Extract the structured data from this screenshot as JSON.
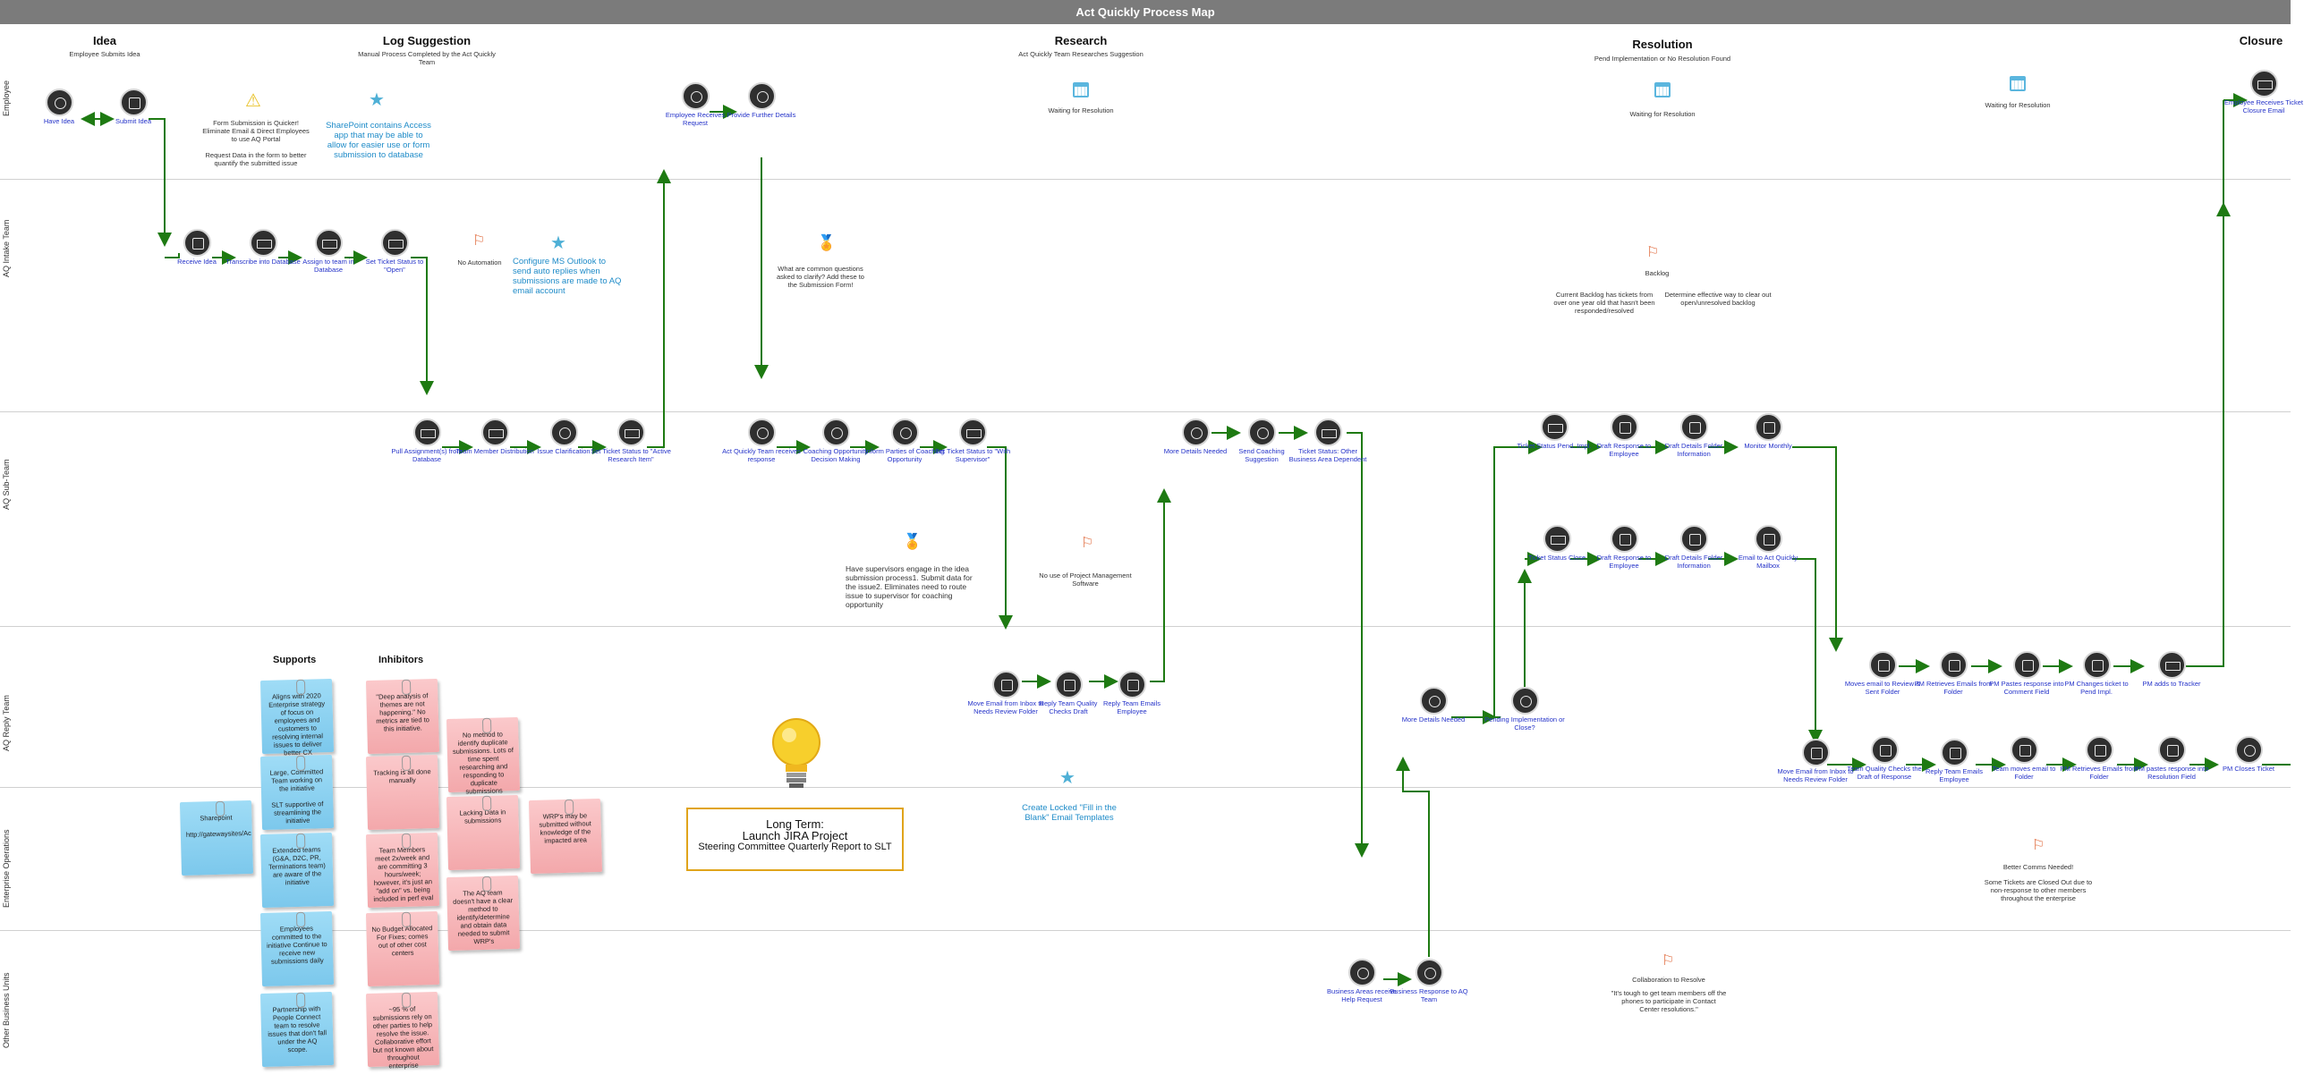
{
  "title": "Act Quickly Process Map",
  "colors": {
    "flow": "#1e7a12",
    "node": "#2f2f2f",
    "label": "#2533c9",
    "note": "#1e8bc8",
    "accent_border": "#e0a41b"
  },
  "lanes": [
    "Employee",
    "AQ Intake Team",
    "AQ Sub-Team",
    "AQ Reply Team",
    "Enterprise Operations",
    "Other Business Units"
  ],
  "phases": {
    "idea": {
      "title": "Idea",
      "sub": "Employee Submits Idea"
    },
    "log": {
      "title": "Log Suggestion",
      "sub": "Manual Process Completed by the Act Quickly Team"
    },
    "research": {
      "title": "Research",
      "sub": "Act Quickly Team Researches Suggestion"
    },
    "resolution": {
      "title": "Resolution",
      "sub": "Pend Implementation or No Resolution Found"
    },
    "closure": {
      "title": "Closure",
      "sub": ""
    }
  },
  "nodes": {
    "have_idea": "Have Idea",
    "submit_idea": "Submit Idea",
    "receive_idea": "Receive Idea",
    "transcribe": "Transcribe into Database",
    "assign_team": "Assign to team in Database",
    "set_open": "Set Ticket Status to \"Open\"",
    "pull_assign": "Pull Assignment(s) from Database",
    "team_member_dist": "Team Member Distribution",
    "issue_clar": "Issue Clarification",
    "set_active": "Set Ticket Status to \"Active Research Item\"",
    "emp_receives": "Employee Receives Request",
    "provide_details": "Provide Further Details",
    "aq_receives": "Act Quickly Team receives response",
    "coaching_dm": "Coaching Opportunity Decision Making",
    "inform_parties": "Inform Parties of Coaching Opportunity",
    "set_supervisor": "Set Ticket Status to \"With Supervisor\"",
    "more_details_needed": "More Details Needed",
    "send_coaching": "Send Coaching Suggestion",
    "ticket_other_ba": "Ticket Status: Other Business Area Dependent",
    "move_email_inbox": "Move Email from Inbox to Needs Review Folder",
    "reply_team_qc": "Reply Team Quality Checks Draft",
    "reply_team_emails": "Reply Team Emails Employee",
    "more_details_needed2": "More Details Needed",
    "pending_impl": "Pending Implementation or Close?",
    "ticket_pend": "Ticket Status Pend. Impl.",
    "draft_resp_emp1": "Draft Response to Employee",
    "draft_details1": "Draft Details Folder Information",
    "monitor_monthly": "Monitor Monthly",
    "ticket_close": "Ticket Status Close",
    "draft_resp_emp2": "Draft Response to Employee",
    "draft_details2": "Draft Details Folder Information",
    "email_aq_mailbox": "Email to Act Quickly Mailbox",
    "moves_email_review": "Moves email to Review & Sent Folder",
    "pm_retrieves1": "PM Retrieves Emails from Folder",
    "pm_pastes_comment": "PM Pastes response into Comment Field",
    "pm_changes_ticket": "PM Changes ticket to Pend Impl.",
    "pm_adds_tracker": "PM adds to Tracker",
    "move_email_inbox2": "Move Email from Inbox to Needs Review Folder",
    "team_qc_draft": "Team Quality Checks the Draft of Response",
    "reply_team_emails2": "Reply Team Emails Employee",
    "team_moves_email": "Team moves email to Folder",
    "pm_retrieves2": "PM Retrieves Emails from Folder",
    "pm_pastes_resolution": "PM pastes response into Resolution Field",
    "pm_closes": "PM Closes Ticket",
    "emp_receives_closure": "Employee Receives Ticket Closure Email",
    "ba_receive_help": "Business Areas receive Help Request",
    "ba_response": "Business Response to AQ Team"
  },
  "notes": {
    "form_submission": "Form Submission is Quicker! Eliminate Email & Direct Employees to use AQ Portal",
    "request_data": "Request Data in the form to better quantify the submitted issue",
    "sharepoint": "SharePoint contains Access app that may be able to allow for easier use or form submission to database",
    "no_automation": "No Automation",
    "ms_outlook": "Configure MS Outlook to send auto replies when submissions are made to AQ email account",
    "common_questions": "What are common questions asked to clarify? Add these to the Submission Form!",
    "waiting1": "Waiting for Resolution",
    "waiting2": "Waiting for Resolution",
    "waiting3": "Waiting for Resolution",
    "backlog_title": "Backlog",
    "backlog_1": "Current Backlog has tickets from over one year old that hasn't been responded/resolved",
    "backlog_2": "Determine effective way to clear out open/unresolved backlog",
    "supervisors": "Have supervisors engage in the idea submission process1. Submit data for the issue2. Eliminates need to route issue to supervisor for coaching opportunity",
    "no_pm_software": "No use of Project Management Software",
    "fill_blank": "Create Locked \"Fill in the Blank\" Email Templates",
    "better_comms": "Better Comms Needed!",
    "closed_out": "Some Tickets are Closed Out due to non-response to other members throughout the enterprise",
    "collab_title": "Collaboration to Resolve",
    "collab_quote": "\"It's tough to get team members off the phones to participate in Contact Center resolutions.\""
  },
  "long_term": {
    "heading": "Long Term:",
    "line1": "Launch JIRA Project",
    "line2": "Steering Committee Quarterly Report to SLT"
  },
  "supports": {
    "title": "Supports",
    "items": [
      "Aligns with 2020 Enterprise strategy of focus on employees and customers to resolving internal issues to deliver better CX",
      "Large, Committed Team working on the initiative",
      "SLT supportive of streamlining the initiative",
      "Extended teams (G&A, D2C, PR, Terminations team) are aware of the initiative",
      "Employees committed to the initiative Continue to receive new submissions daily",
      "Partnership with People Connect team to resolve issues that don't fall under the AQ scope."
    ],
    "sharepoint_title": "Sharepoint",
    "sharepoint_url": "http://gatewaysites/Ac"
  },
  "inhibitors": {
    "title": "Inhibitors",
    "items": [
      "\"Deep analysis of themes are not happening.\" No metrics are tied to this initiative.",
      "Tracking is all done manually",
      "Team Members meet 2x/week and are committing 3 hours/week; however, it's just an \"add on\" vs. being included in perf eval",
      "No Budget Allocated For Fixes; comes out of other cost centers",
      "~95 % of submissions rely on other parties to help resolve the issue. Collaborative effort but not known about throughout enterprise",
      "No method to identify duplicate submissions. Lots of time spent researching and responding to duplicate submissions",
      "Lacking Data in submissions",
      "The AQ team doesn't have a clear method to identify/determine and obtain data needed to submit WRP's",
      "WRP's may be submitted without knowledge of the impacted area"
    ]
  }
}
